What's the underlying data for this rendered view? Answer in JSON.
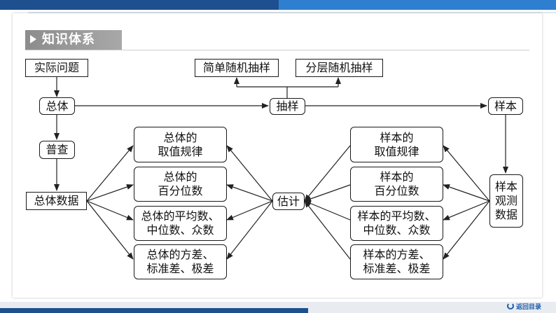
{
  "section": {
    "title": "知识体系"
  },
  "nodes": {
    "real_problem": "实际问题",
    "population": "总体",
    "census": "普查",
    "population_data": "总体数据",
    "simple_random": "简单随机抽样",
    "stratified": "分层随机抽样",
    "sampling": "抽样",
    "sample": "样本",
    "observe": "样本\n观测\n数据",
    "estimate": "估计",
    "pop_dist": "总体的\n取值规律",
    "pop_pct": "总体的\n百分位数",
    "pop_center": "总体的平均数、\n中位数、众数",
    "pop_spread": "总体的方差、\n标准差、极差",
    "smp_dist": "样本的\n取值规律",
    "smp_pct": "样本的\n百分位数",
    "smp_center": "样本的平均数、\n中位数、众数",
    "smp_spread": "样本的方差、\n标准差、极差"
  },
  "footer": {
    "back_label": "返回目录"
  },
  "colors": {
    "accent": "#1e4f8f",
    "accent_light": "#2f7fd0",
    "header_gray": "#999999"
  }
}
